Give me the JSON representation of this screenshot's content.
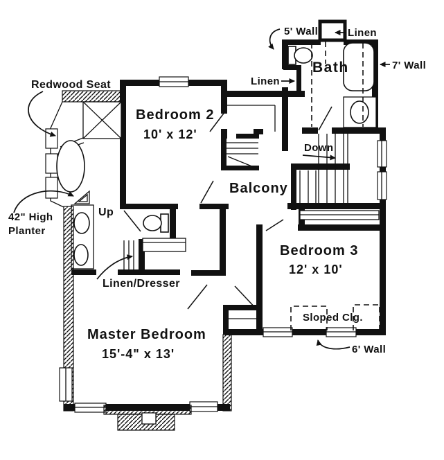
{
  "floor_plan": {
    "rooms": [
      {
        "name": "Bedroom 2",
        "dimensions": "10' x 12'"
      },
      {
        "name": "Bedroom 3",
        "dimensions": "12' x 10'"
      },
      {
        "name": "Master Bedroom",
        "dimensions": "15'-4\" x 13'"
      },
      {
        "name": "Bath",
        "dimensions": ""
      },
      {
        "name": "Balcony",
        "dimensions": ""
      }
    ],
    "callouts": {
      "redwood_seat": "Redwood Seat",
      "wall_5": "5' Wall",
      "linen_top": "Linen",
      "wall_7": "7' Wall",
      "linen_hall": "Linen",
      "down": "Down",
      "up": "Up",
      "planter_line1": "42\" High",
      "planter_line2": "Planter",
      "linen_dresser": "Linen/Dresser",
      "sloped_ceiling": "Sloped Clg.",
      "wall_6": "6' Wall"
    },
    "colors": {
      "ink": "#111111",
      "paper": "#ffffff"
    }
  }
}
